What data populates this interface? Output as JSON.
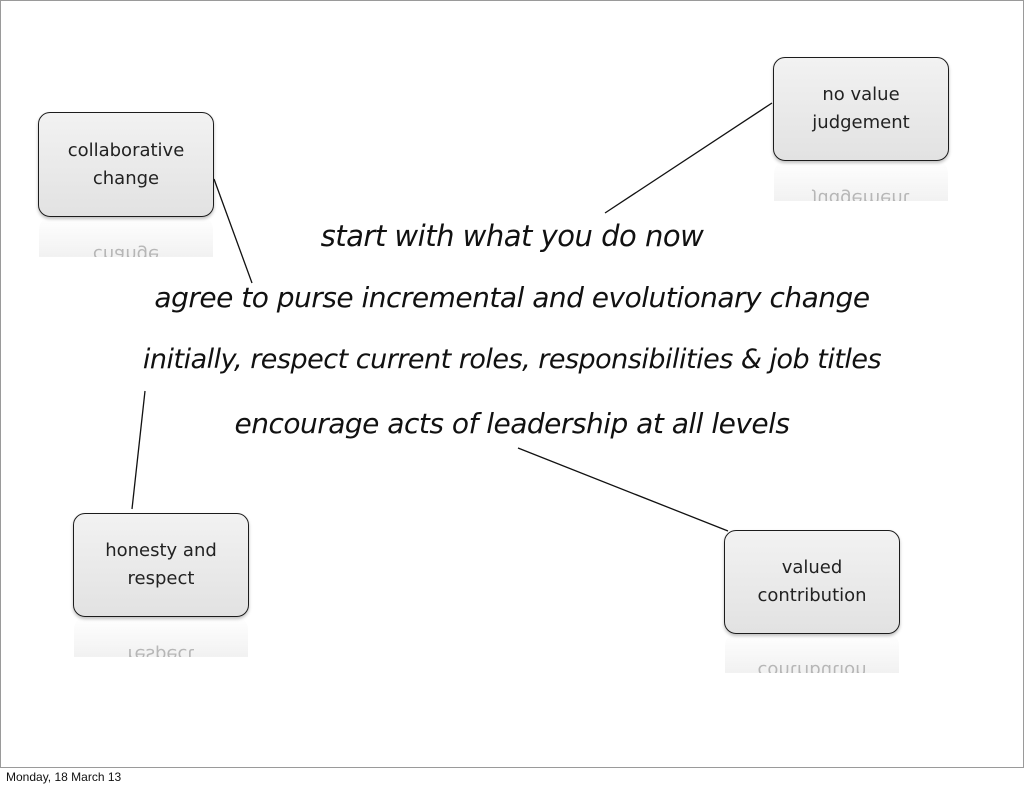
{
  "slide": {
    "statements": [
      "start with what you do now",
      "agree to purse incremental and evolutionary change",
      "initially, respect current roles, responsibilities & job titles",
      "encourage acts of leadership at all levels"
    ],
    "nodes": {
      "collaborative_change": "collaborative\nchange",
      "no_value_judgement": "no value\njudgement",
      "honesty_and_respect": "honesty and\nrespect",
      "valued_contribution": "valued\ncontribution"
    }
  },
  "footer": {
    "date": "Monday, 18 March 13"
  }
}
